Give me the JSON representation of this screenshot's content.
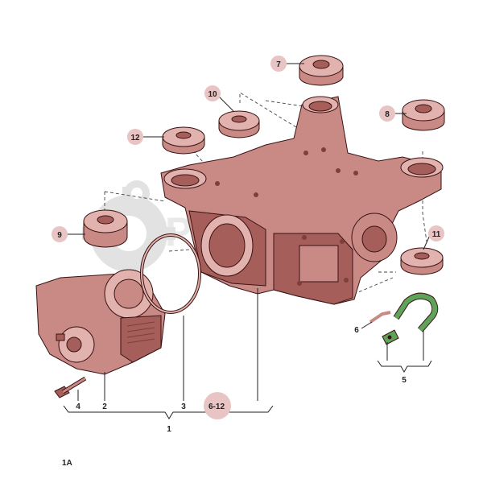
{
  "figure": {
    "label": "1A",
    "watermark": "PMPARTS",
    "colors": {
      "housing": "#c98a86",
      "housing_dark": "#a55e5a",
      "housing_light": "#e2b3ae",
      "outline": "#3a1212",
      "hose": "#5fa35a",
      "callout_fill": "#e8c4c4",
      "watermark": "#cccccc"
    }
  },
  "callouts": [
    {
      "id": "c1",
      "text": "1"
    },
    {
      "id": "c2",
      "text": "2"
    },
    {
      "id": "c3",
      "text": "3"
    },
    {
      "id": "c4",
      "text": "4"
    },
    {
      "id": "c5",
      "text": "5"
    },
    {
      "id": "c6",
      "text": "6"
    },
    {
      "id": "c7",
      "text": "7"
    },
    {
      "id": "c8",
      "text": "8"
    },
    {
      "id": "c9",
      "text": "9"
    },
    {
      "id": "c10",
      "text": "10"
    },
    {
      "id": "c11",
      "text": "11"
    },
    {
      "id": "c12",
      "text": "12"
    },
    {
      "id": "c612",
      "text": "6-12"
    }
  ]
}
